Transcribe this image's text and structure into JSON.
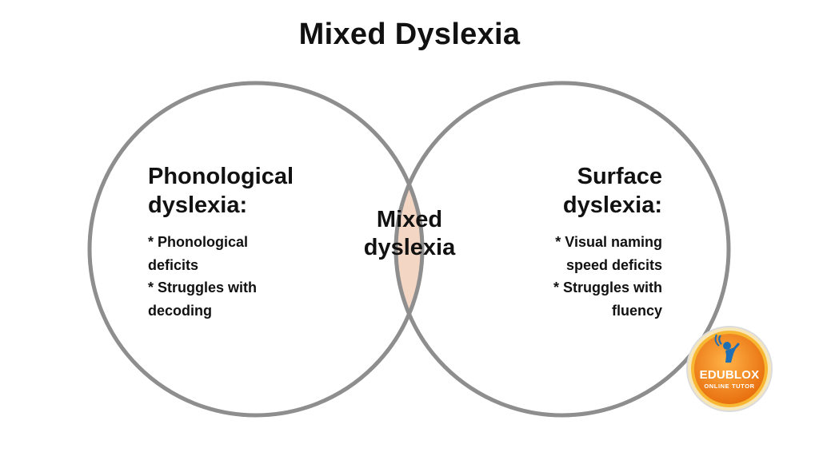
{
  "title": "Mixed Dyslexia",
  "left": {
    "heading_lines": [
      "Phonological",
      "dyslexia:"
    ],
    "bullet_lines": [
      "* Phonological",
      "deficits",
      "* Struggles with",
      "decoding"
    ]
  },
  "center": {
    "label_lines": [
      "Mixed",
      "dyslexia"
    ]
  },
  "right": {
    "heading_lines": [
      "Surface",
      "dyslexia:"
    ],
    "bullet_lines": [
      "* Visual naming",
      "speed deficits",
      "* Struggles with",
      "fluency"
    ]
  },
  "logo": {
    "main": "EDUBLOX",
    "sub": "ONLINE TUTOR",
    "icon": "student-figure-icon"
  },
  "colors": {
    "circle_stroke": "#8e8e8e",
    "overlap_fill": "#f3d6c4",
    "text": "#111111",
    "logo_orange": "#f28c1b",
    "logo_ring": "#f7b733",
    "logo_blue": "#1f6fb5"
  }
}
